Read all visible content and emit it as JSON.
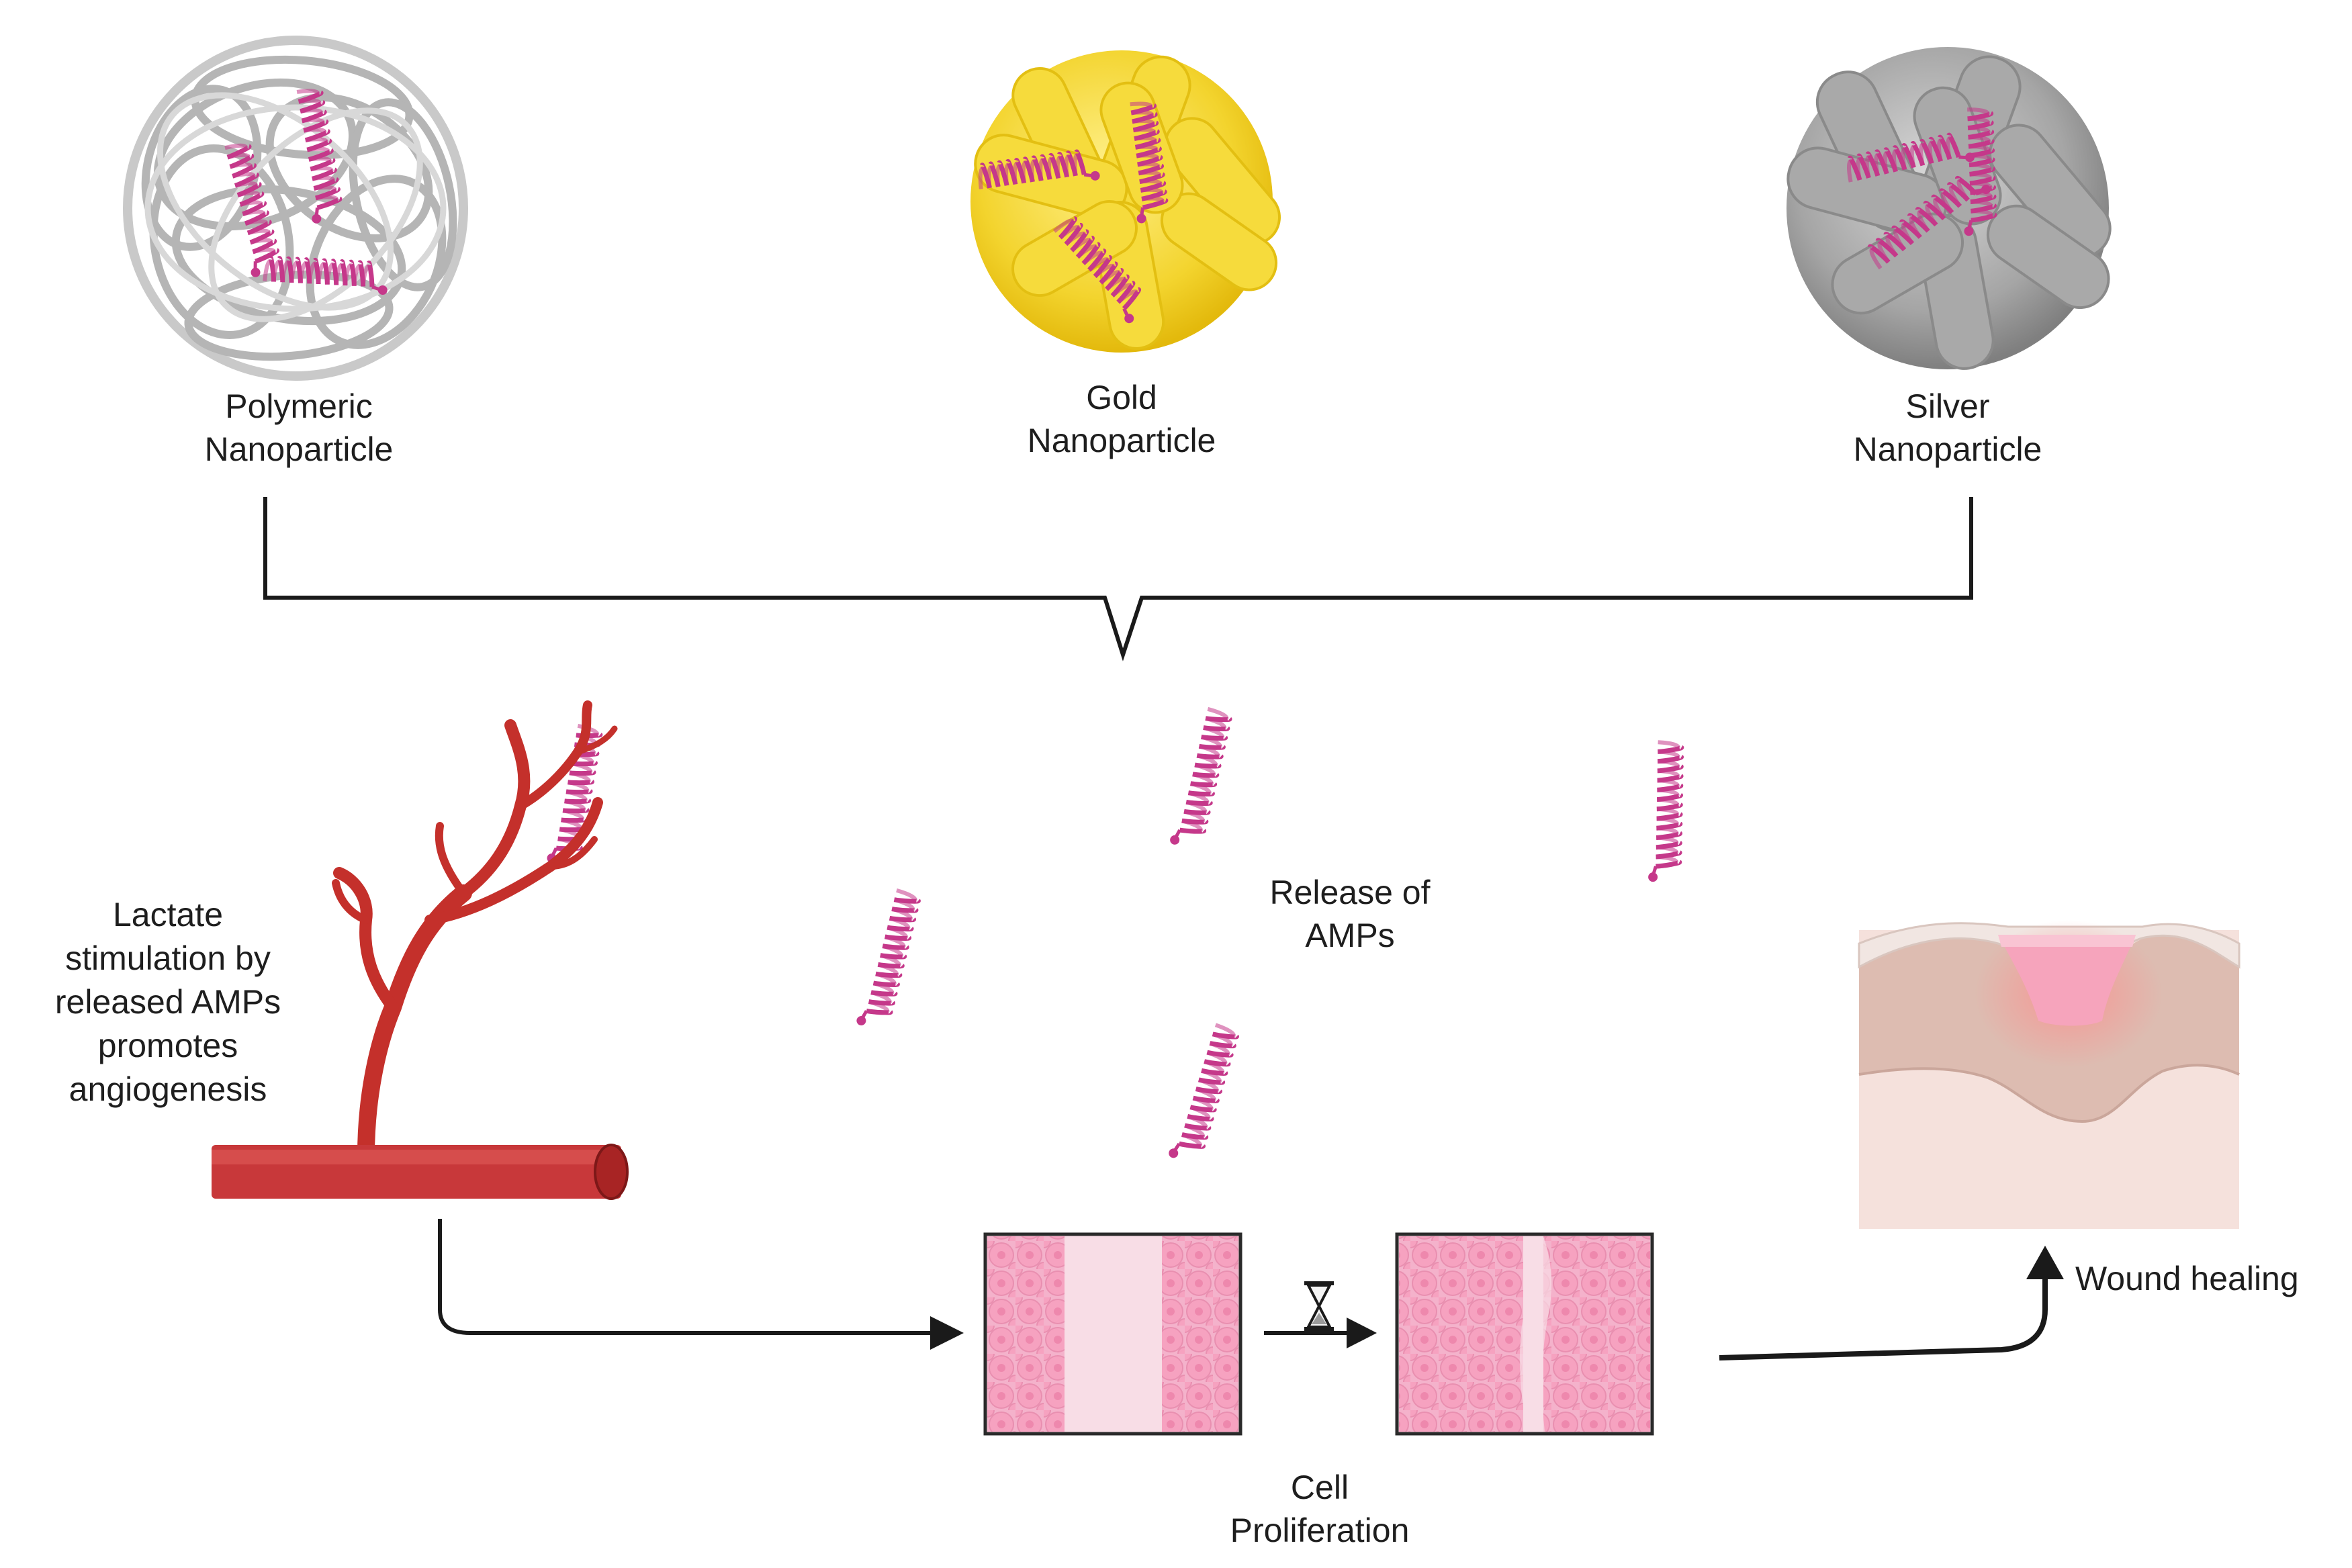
{
  "nanoparticles": {
    "polymeric": {
      "line1": "Polymeric",
      "line2": "Nanoparticle"
    },
    "gold": {
      "line1": "Gold",
      "line2": "Nanoparticle"
    },
    "silver": {
      "line1": "Silver",
      "line2": "Nanoparticle"
    }
  },
  "release": {
    "line1": "Release of",
    "line2": "AMPs"
  },
  "angiogenesis": {
    "line1": "Lactate",
    "line2": "stimulation by",
    "line3": "released AMPs",
    "line4": "promotes",
    "line5": "angiogenesis"
  },
  "cell": {
    "line1": "Cell",
    "line2": "Proliferation"
  },
  "wound": {
    "label": "Wound healing"
  },
  "colors": {
    "amp_helix": "#c5388a",
    "gold": "#f2d22e",
    "silver": "#9c9c9c",
    "polymer": "#b8b8b8",
    "vessel": "#c4302b",
    "cells": "#f2a7c4",
    "cells_gap": "#f7dce6",
    "skin": "#f3dcd6",
    "wound": "#f29bb3",
    "line": "#1a1a1a"
  }
}
